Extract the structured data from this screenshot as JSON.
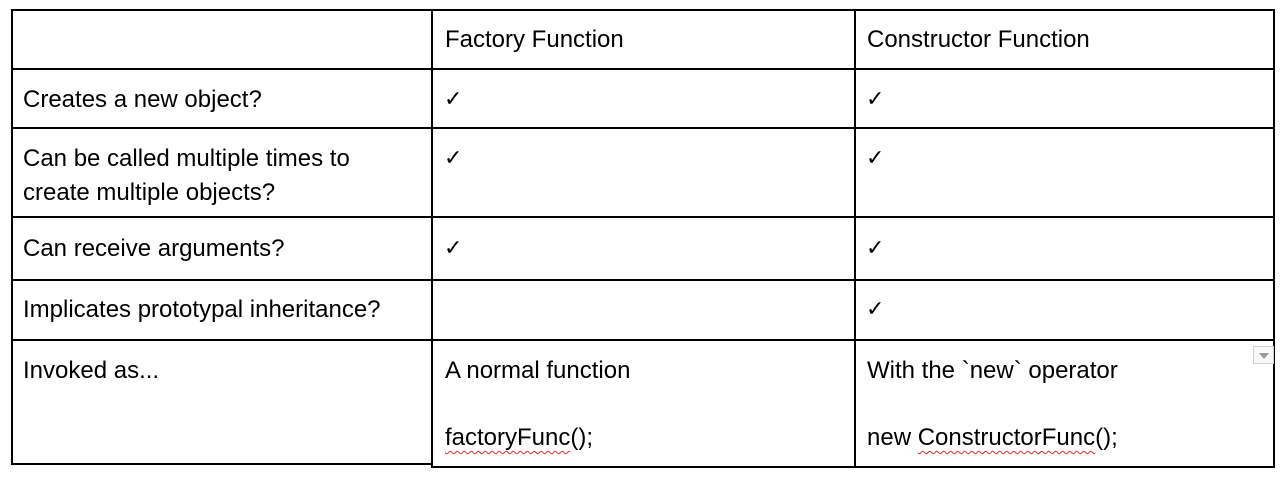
{
  "table": {
    "headers": [
      "",
      "Factory Function",
      "Constructor Function"
    ],
    "rows": [
      {
        "label_line1": "Creates a new object?",
        "label_line2": "",
        "factory": "✓",
        "constructor": "✓"
      },
      {
        "label_line1": "Can be called multiple times to",
        "label_line2": "create multiple objects?",
        "factory": "✓",
        "constructor": "✓"
      },
      {
        "label_line1": "Can receive arguments?",
        "label_line2": "",
        "factory": "✓",
        "constructor": "✓"
      },
      {
        "label_line1": "Implicates prototypal inheritance?",
        "label_line2": "",
        "factory": "",
        "constructor": "✓"
      },
      {
        "label_line1": "Invoked as...",
        "factory_line1": "A normal function",
        "factory_code": "factoryFunc",
        "factory_code_suffix": "();",
        "constructor_line1": "With the `new` operator",
        "constructor_code_prefix": "new ",
        "constructor_code": "ConstructorFunc",
        "constructor_code_suffix": "();"
      }
    ]
  },
  "icons": {
    "checkmark": "check-icon",
    "cell_menu": "dropdown-caret-icon"
  },
  "colors": {
    "border": "#000000",
    "spellcheck_underline": "#d93025"
  }
}
